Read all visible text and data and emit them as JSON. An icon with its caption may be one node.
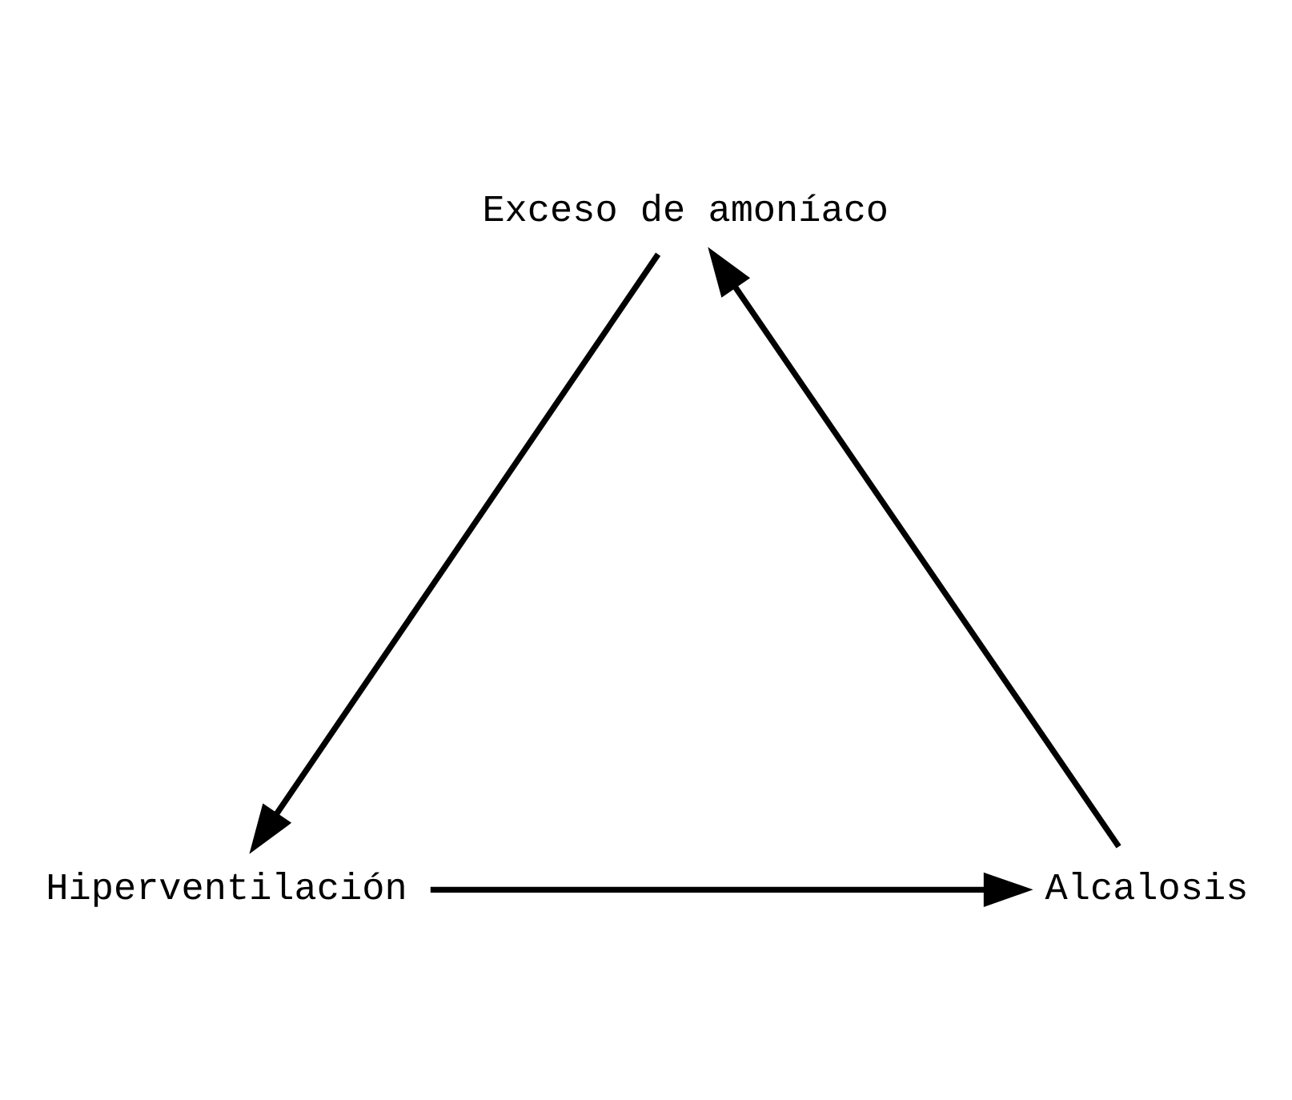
{
  "diagram": {
    "nodes": [
      {
        "text": [
          "Exceso de amoníaco"
        ]
      },
      {
        "text": [
          "Hiperventilación"
        ]
      },
      {
        "text": [
          "Alcalosis"
        ]
      }
    ],
    "edges": [
      {
        "from": 0,
        "to": 1,
        "arrow": "to"
      },
      {
        "from": 1,
        "to": 2,
        "arrow": "to"
      },
      {
        "from": 2,
        "to": 0,
        "arrow": "to"
      }
    ]
  }
}
